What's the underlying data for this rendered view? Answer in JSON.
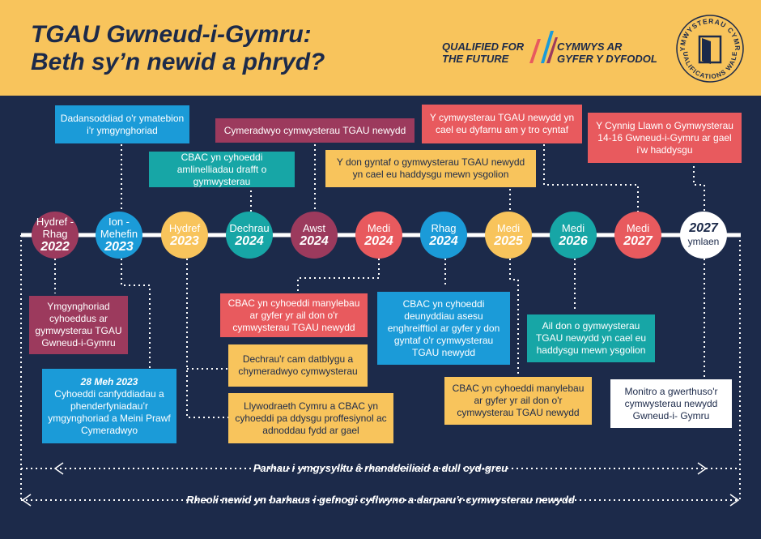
{
  "header": {
    "title_line1": "TGAU Gwneud-i-Gymru:",
    "title_line2": "Beth sy’n newid a phryd?",
    "logo_en_line1": "QUALIFIED FOR",
    "logo_en_line2": "THE FUTURE",
    "logo_cy_line1": "CYMWYS AR",
    "logo_cy_line2": "GYFER Y DYFODOL",
    "seal_top_text": "CYMWYSTERAU CYMRU",
    "seal_bottom_text": "QUALIFICATIONS WALES"
  },
  "colors": {
    "navy": "#1c2a4a",
    "yellow": "#f8c45c",
    "maroon": "#9c3a5d",
    "blue": "#1b9bd8",
    "teal": "#17a6a6",
    "coral": "#e85a5e",
    "white": "#ffffff"
  },
  "timeline": [
    {
      "line1": "Hydref -\nRhag",
      "line2": "2022",
      "color": "maroon"
    },
    {
      "line1": "Ion -\nMehefin",
      "line2": "2023",
      "color": "blue"
    },
    {
      "line1": "Hydref",
      "line2": "2023",
      "color": "yellow"
    },
    {
      "line1": "Dechrau",
      "line2": "2024",
      "color": "teal"
    },
    {
      "line1": "Awst",
      "line2": "2024",
      "color": "maroon"
    },
    {
      "line1": "Medi",
      "line2": "2024",
      "color": "coral"
    },
    {
      "line1": "Rhag",
      "line2": "2024",
      "color": "blue"
    },
    {
      "line1": "Medi",
      "line2": "2025",
      "color": "yellow"
    },
    {
      "line1": "Medi",
      "line2": "2026",
      "color": "teal"
    },
    {
      "line1": "Medi",
      "line2": "2027",
      "color": "coral"
    },
    {
      "line1": "2027",
      "line2": "ymlaen",
      "color": "white"
    }
  ],
  "events_above": [
    {
      "text": "Dadansoddiad o'r ymatebion i'r ymgynghoriad"
    },
    {
      "text": "CBAC yn cyhoeddi amlinelliadau drafft o gymwysterau"
    },
    {
      "text": "Cymeradwyo cymwysterau TGAU newydd"
    },
    {
      "text": "Y don gyntaf o gymwysterau TGAU newydd yn cael eu haddysgu mewn ysgolion"
    },
    {
      "text": "Y cymwysterau TGAU newydd yn cael eu dyfarnu am y tro cyntaf"
    },
    {
      "text": "Y Cynnig Llawn o Gymwysterau 14-16 Gwneud-i-Gymru ar gael i'w haddysgu"
    }
  ],
  "events_below": [
    {
      "text": "Ymgynghoriad cyhoeddus ar gymwysterau TGAU Gwneud-i-Gymru"
    },
    {
      "date": "28 Meh 2023",
      "text": "Cyhoeddi canfyddiadau a phenderfyniadau’r ymgynghoriad a Meini Prawf Cymeradwyo"
    },
    {
      "text": "Dechrau'r cam datblygu a chymeradwyo cymwysterau"
    },
    {
      "text": "Llywodraeth Cymru a CBAC yn cyhoeddi pa ddysgu proffesiynol ac adnoddau fydd ar gael"
    },
    {
      "text": "CBAC yn cyhoeddi manylebau ar gyfer yr ail don o'r cymwysterau TGAU newydd"
    },
    {
      "text": "CBAC yn cyhoeddi deunyddiau asesu enghreifftiol ar gyfer y don gyntaf o'r cymwysterau TGAU newydd"
    },
    {
      "text": "CBAC yn cyhoeddi manylebau ar gyfer yr ail don o'r cymwysterau TGAU newydd"
    },
    {
      "text": "Ail don o gymwysterau TGAU newydd yn cael eu haddysgu mewn ysgolion"
    },
    {
      "text": "Monitro a gwerthuso'r cymwysterau newydd Gwneud-i- Gymru"
    }
  ],
  "banners": {
    "engagement": "Parhau i ymgysylltu â rhanddeiliaid a dull cyd-greu",
    "change_management": "Rheoli newid yn barhaus i gefnogi cyflwyno a darparu’r cymwysterau newydd"
  }
}
